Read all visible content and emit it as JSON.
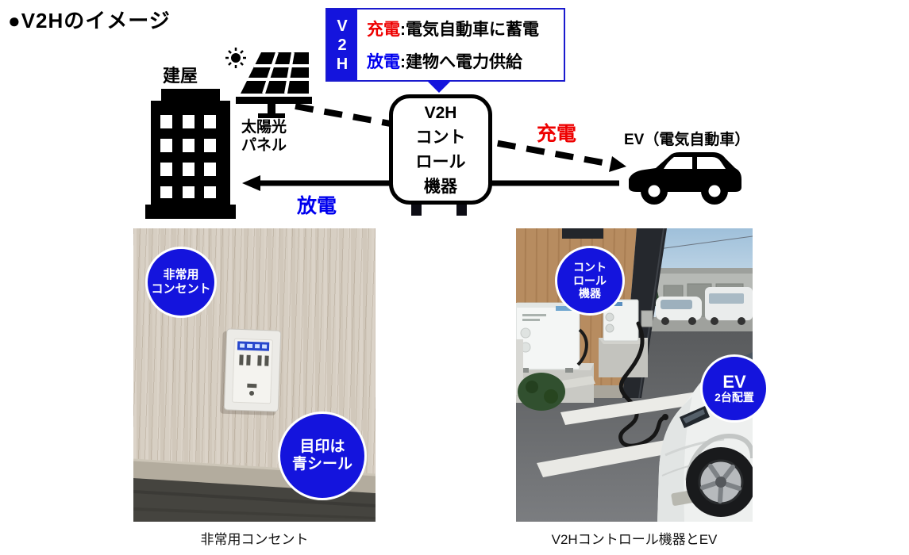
{
  "page": {
    "title": "●V2Hのイメージ"
  },
  "legend": {
    "v2h_letters": [
      "V",
      "2",
      "H"
    ],
    "lines": [
      {
        "term": "充電",
        "rest": ":電気自動車に蓄電"
      },
      {
        "term": "放電",
        "rest": ":建物へ電力供給"
      }
    ]
  },
  "diagram": {
    "building_label": "建屋",
    "solar_label_lines": [
      "太陽光",
      "パネル"
    ],
    "controller_lines": [
      "V2H",
      "コント",
      "ロール",
      "機器"
    ],
    "charge_label": "充電",
    "discharge_label": "放電",
    "ev_label": "EV（電気自動車）",
    "icons": {
      "sun": "sun-icon",
      "building": "building-icon",
      "solar_panel": "solar-panel-icon",
      "ev_car": "ev-car-icon",
      "callout_pointer": "triangle-down-icon",
      "charge_arrow": "dashed-arrow-right",
      "discharge_arrow": "solid-arrow-left"
    }
  },
  "photos": {
    "left": {
      "caption": "非常用コンセント",
      "badge_top_lines": [
        "非常用",
        "コンセント"
      ],
      "badge_bottom_lines": [
        "目印は",
        "青シール"
      ]
    },
    "right": {
      "caption": "V2Hコントロール機器とEV",
      "badge_top_lines": [
        "コント",
        "ロール",
        "機器"
      ],
      "badge_bottom_lines": [
        "EV",
        "2台配置"
      ]
    }
  },
  "colors": {
    "accent-blue": "#1414dd",
    "badge-blue": "#1414dd",
    "legend-border": "#1a1ace",
    "text-red": "#ee0000",
    "text-blue": "#0000ee"
  }
}
